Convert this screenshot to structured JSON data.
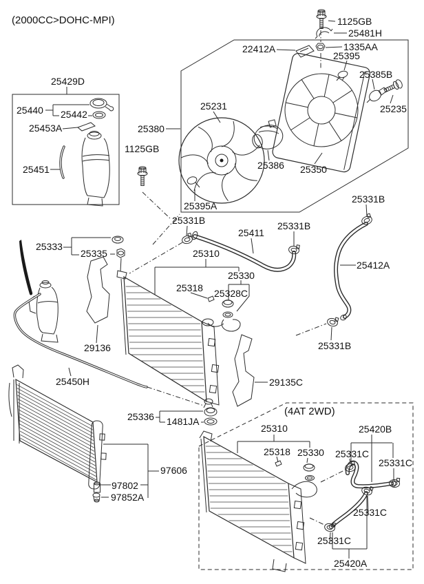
{
  "colors": {
    "line": "#2a2a2a",
    "background": "#ffffff",
    "text": "#111111"
  },
  "title": "(2000CC>DOHC-MPI)",
  "variant_header": "(4AT 2WD)",
  "labels": {
    "l25429d": "25429D",
    "l25440": "25440",
    "l25442": "25442",
    "l25453a": "25453A",
    "l25451": "25451",
    "l1125gb_left": "1125GB",
    "l25380": "25380",
    "l1125gb_top": "1125GB",
    "l25481h": "25481H",
    "l1335aa": "1335AA",
    "l25395": "25395",
    "l22412a": "22412A",
    "l25385b": "25385B",
    "l25235": "25235",
    "l25231": "25231",
    "l25386": "25386",
    "l25350": "25350",
    "l25395a": "25395A",
    "l25331b_1": "25331B",
    "l25411": "25411",
    "l25331b_2": "25331B",
    "l25331b_3": "25331B",
    "l25412a": "25412A",
    "l25331b_4": "25331B",
    "l25310": "25310",
    "l25330": "25330",
    "l25318": "25318",
    "l25328c": "25328C",
    "l25333": "25333",
    "l25335": "25335",
    "l29136": "29136",
    "l25450h": "25450H",
    "l29135c": "29135C",
    "l25336": "25336",
    "l1481ja": "1481JA",
    "l97606": "97606",
    "l97802": "97802",
    "l97852a": "97852A",
    "l25310_b": "25310",
    "l25318_b": "25318",
    "l25330_b": "25330",
    "l25331c_1": "25331C",
    "l25420b": "25420B",
    "l25331c_2": "25331C",
    "l25331c_3": "25331C",
    "l25331c_4": "25331C",
    "l25420a": "25420A"
  }
}
